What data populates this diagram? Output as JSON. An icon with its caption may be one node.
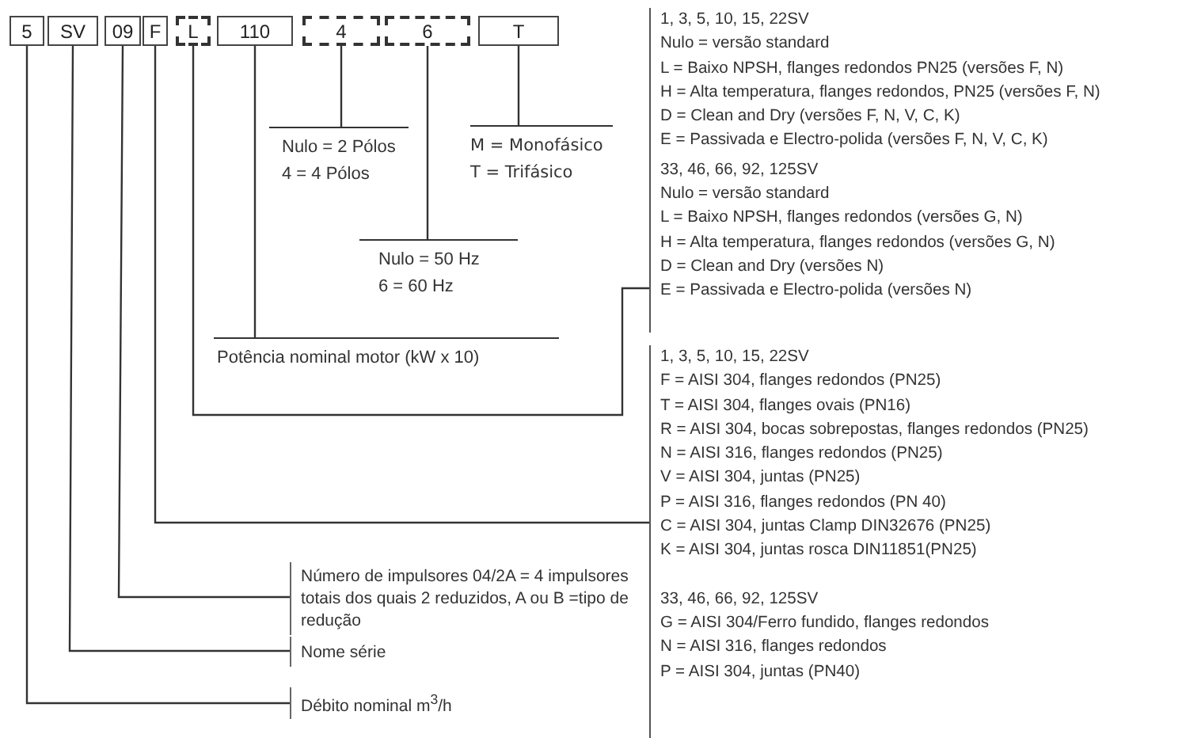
{
  "diagram": {
    "nodes": [
      {
        "text": [
          "5"
        ]
      },
      {
        "text": [
          "SV"
        ]
      },
      {
        "text": [
          "09"
        ]
      },
      {
        "text": [
          "F"
        ]
      },
      {
        "text": [
          "L"
        ]
      },
      {
        "text": [
          "110"
        ]
      },
      {
        "text": [
          "4"
        ]
      },
      {
        "text": [
          "6"
        ]
      },
      {
        "text": [
          "T"
        ]
      },
      {
        "text": [
          "Nulo = 2 Pólos",
          "4 = 4 Pólos"
        ]
      },
      {
        "text": [
          "M = Monofásico",
          "T = Trifásico"
        ]
      },
      {
        "text": [
          "Nulo = 50 Hz",
          "6 = 60 Hz"
        ]
      },
      {
        "text": [
          "Potência nominal motor (kW x 10)"
        ]
      },
      {
        "text": [
          "1, 3, 5, 10, 15, 22SV",
          "Nulo = versão standard",
          "L = Baixo NPSH, flanges redondos PN25 (versões F, N)",
          "H = Alta temperatura, flanges redondos, PN25 (versões F, N)",
          "D = Clean and Dry (versões F, N, V, C, K)",
          "E = Passivada e Electro-polida (versões F, N, V, C, K)",
          "33, 46, 66, 92, 125SV",
          "Nulo = versão standard",
          "L = Baixo NPSH, flanges redondos (versões G, N)",
          "H = Alta temperatura, flanges redondos (versões G, N)",
          "D = Clean and Dry (versões N)",
          "E = Passivada e Electro-polida (versões N)"
        ]
      },
      {
        "text": [
          "1, 3, 5, 10, 15, 22SV",
          "F = AISI 304, flanges redondos (PN25)",
          "T = AISI 304, flanges ovais (PN16)",
          "R = AISI 304, bocas sobrepostas, flanges redondos (PN25)",
          "N = AISI 316, flanges redondos (PN25)",
          "V = AISI 304, juntas (PN25)",
          "P = AISI 316, flanges redondos (PN 40)",
          "C = AISI 304, juntas Clamp DIN32676 (PN25)",
          "K = AISI 304, juntas rosca DIN11851(PN25)",
          "33, 46, 66, 92, 125SV",
          "G = AISI 304/Ferro fundido, flanges redondos",
          "N = AISI 316, flanges redondos",
          "P = AISI 304, juntas (PN40)"
        ]
      },
      {
        "text": [
          "Número de impulsores 04/2A = 4 impulsores totais dos quais 2 reduzidos, A ou B =tipo de redução"
        ]
      },
      {
        "text": [
          "Nome série"
        ]
      },
      {
        "text": [
          "Débito nominal m$^{3}$/h"
        ]
      }
    ],
    "edges": [
      {
        "from": 0,
        "to": 17,
        "arrow": "none"
      },
      {
        "from": 1,
        "to": 16,
        "arrow": "none"
      },
      {
        "from": 2,
        "to": 15,
        "arrow": "none"
      },
      {
        "from": 3,
        "to": 14,
        "arrow": "none"
      },
      {
        "from": 4,
        "to": 13,
        "arrow": "none"
      },
      {
        "from": 5,
        "to": 12,
        "arrow": "none"
      },
      {
        "from": 6,
        "to": 9,
        "arrow": "none"
      },
      {
        "from": 7,
        "to": 11,
        "arrow": "none"
      },
      {
        "from": 8,
        "to": 10,
        "arrow": "none"
      }
    ]
  }
}
